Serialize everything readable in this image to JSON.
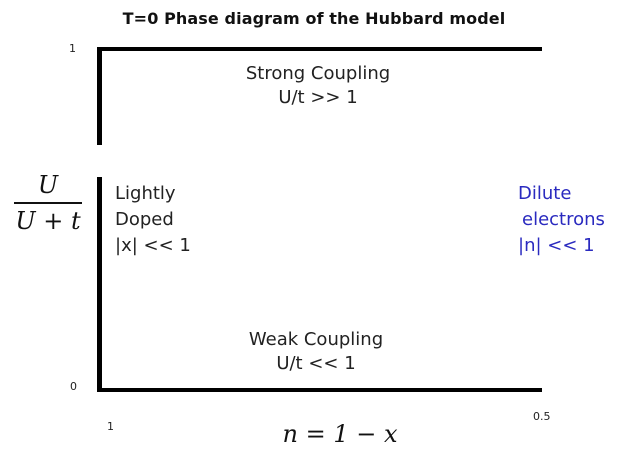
{
  "title": "T=0 Phase diagram of the Hubbard model",
  "y_axis": {
    "label_numerator": "U",
    "label_denominator": "U + t",
    "tick_top": "1",
    "tick_bottom": "0"
  },
  "x_axis": {
    "label": "n = 1 − x",
    "tick_left": "1",
    "tick_right": "0.5"
  },
  "regions": {
    "strong": {
      "line1": "Strong Coupling",
      "line2": "U/t >> 1"
    },
    "weak": {
      "line1": "Weak Coupling",
      "line2": "U/t << 1"
    },
    "lightly_doped": {
      "line1": "Lightly",
      "line2": "Doped",
      "line3": "|x| << 1"
    },
    "dilute": {
      "line1": "Dilute",
      "line2": "electrons",
      "line3": "|n| << 1"
    }
  },
  "colors": {
    "dilute_text": "#2a2abf",
    "axes": "#000000"
  }
}
